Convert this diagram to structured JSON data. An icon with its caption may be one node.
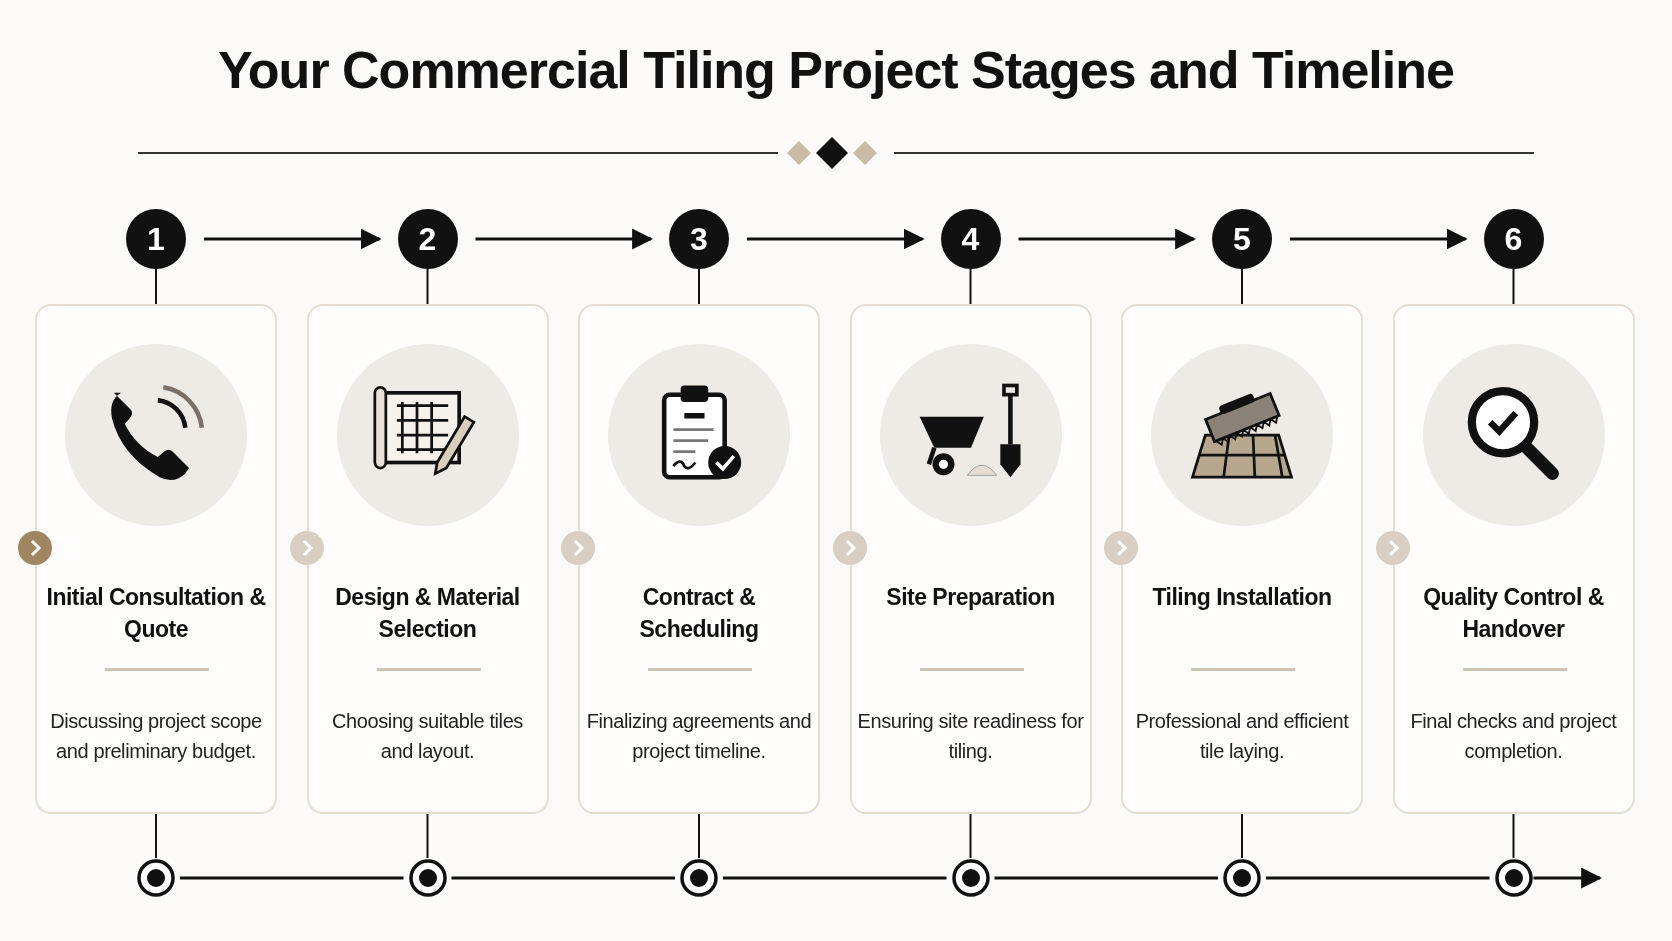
{
  "diagram": {
    "title": "Your Commercial Tiling Project Stages and Timeline",
    "nodes": [
      {
        "text": [
          "1"
        ]
      },
      {
        "text": [
          "2"
        ]
      },
      {
        "text": [
          "3"
        ]
      },
      {
        "text": [
          "4"
        ]
      },
      {
        "text": [
          "5"
        ]
      },
      {
        "text": [
          "6"
        ]
      },
      {
        "text": [
          "Initial Consultation & Quote",
          "Discussing project scope and preliminary budget."
        ]
      },
      {
        "text": [
          "Design & Material Selection",
          "Choosing suitable tiles and layout."
        ]
      },
      {
        "text": [
          "Contract & Scheduling",
          "Finalizing agreements and project timeline."
        ]
      },
      {
        "text": [
          "Site Preparation",
          "Ensuring site readiness for tiling."
        ]
      },
      {
        "text": [
          "Tiling Installation",
          "Professional and efficient tile laying."
        ]
      },
      {
        "text": [
          "Quality Control & Handover",
          "Final checks and project completion."
        ]
      },
      {
        "text": [],
        "shape": "circle"
      },
      {
        "text": [],
        "shape": "circle"
      },
      {
        "text": [],
        "shape": "circle"
      },
      {
        "text": [],
        "shape": "circle"
      },
      {
        "text": [],
        "shape": "circle"
      },
      {
        "text": [],
        "shape": "circle"
      }
    ],
    "edges": [
      {
        "from": 0,
        "to": 1,
        "arrow": "to"
      },
      {
        "from": 1,
        "to": 2,
        "arrow": "to"
      },
      {
        "from": 2,
        "to": 3,
        "arrow": "to"
      },
      {
        "from": 3,
        "to": 4,
        "arrow": "to"
      },
      {
        "from": 4,
        "to": 5,
        "arrow": "to"
      },
      {
        "from": 0,
        "to": 6,
        "arrow": "none"
      },
      {
        "from": 1,
        "to": 7,
        "arrow": "none"
      },
      {
        "from": 2,
        "to": 8,
        "arrow": "none"
      },
      {
        "from": 3,
        "to": 9,
        "arrow": "none"
      },
      {
        "from": 4,
        "to": 10,
        "arrow": "none"
      },
      {
        "from": 5,
        "to": 11,
        "arrow": "none"
      },
      {
        "from": 6,
        "to": 12,
        "arrow": "none"
      },
      {
        "from": 7,
        "to": 13,
        "arrow": "none"
      },
      {
        "from": 8,
        "to": 14,
        "arrow": "none"
      },
      {
        "from": 9,
        "to": 15,
        "arrow": "none"
      },
      {
        "from": 10,
        "to": 16,
        "arrow": "none"
      },
      {
        "from": 11,
        "to": 17,
        "arrow": "none"
      },
      {
        "from": 12,
        "to": 13,
        "arrow": "none"
      },
      {
        "from": 13,
        "to": 14,
        "arrow": "none"
      },
      {
        "from": 14,
        "to": 15,
        "arrow": "none"
      },
      {
        "from": 15,
        "to": 16,
        "arrow": "none"
      },
      {
        "from": 16,
        "to": 17,
        "arrow": "none"
      },
      {
        "from": 17,
        "to": null,
        "arrow": "to"
      }
    ]
  }
}
